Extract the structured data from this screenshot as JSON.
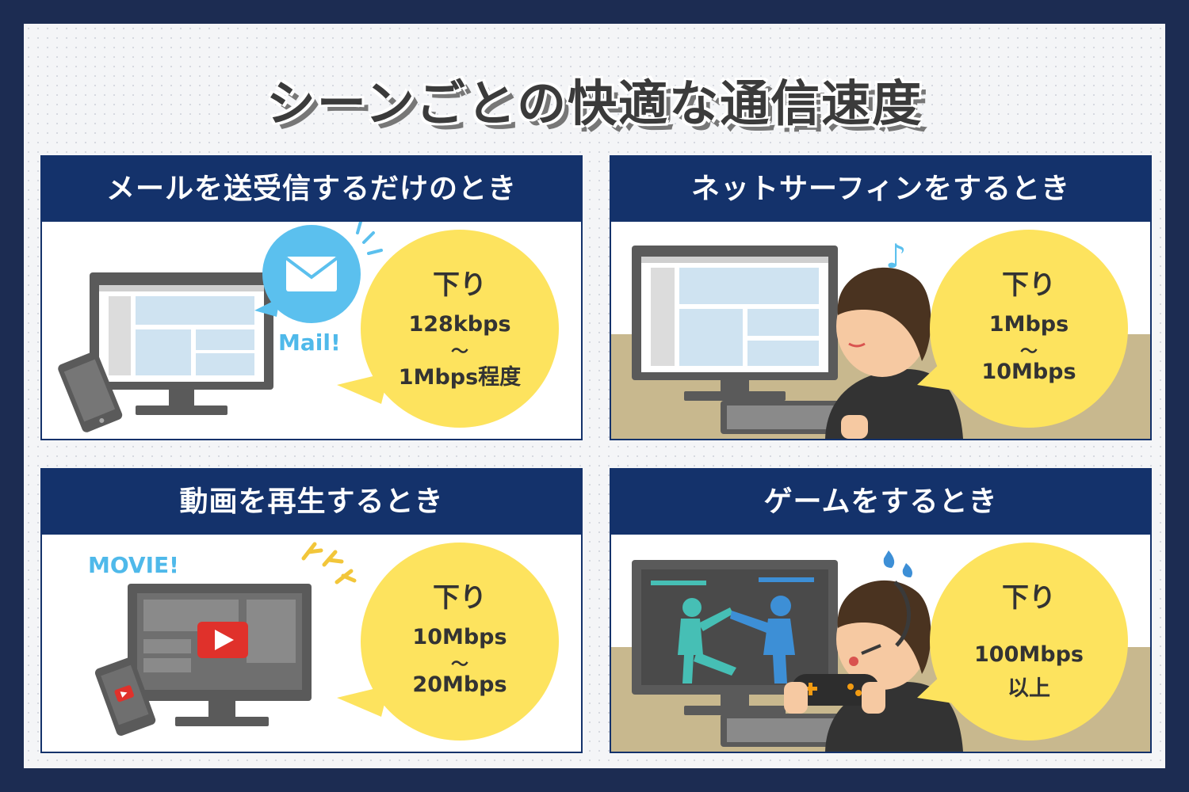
{
  "title": "シーンごとの快適な通信速度",
  "panels": [
    {
      "heading": "メールを送受信するだけのとき",
      "label": "下り",
      "speed_from": "128kbps",
      "speed_sep": "～",
      "speed_to": "1Mbps程度",
      "tag": "Mail!"
    },
    {
      "heading": "ネットサーフィンをするとき",
      "label": "下り",
      "speed_from": "1Mbps",
      "speed_sep": "～",
      "speed_to": "10Mbps"
    },
    {
      "heading": "動画を再生するとき",
      "label": "下り",
      "speed_from": "10Mbps",
      "speed_sep": "～",
      "speed_to": "20Mbps",
      "tag": "MOVIE!"
    },
    {
      "heading": "ゲームをするとき",
      "label": "下り",
      "speed_from": "100Mbps",
      "speed_to": "以上"
    }
  ],
  "icons": [
    "monitor-icon",
    "smartphone-icon",
    "mail-envelope-icon",
    "music-note-icon",
    "person-icon",
    "keyboard-icon",
    "play-button-icon",
    "sweat-drops-icon",
    "headset-icon",
    "game-controller-icon"
  ]
}
